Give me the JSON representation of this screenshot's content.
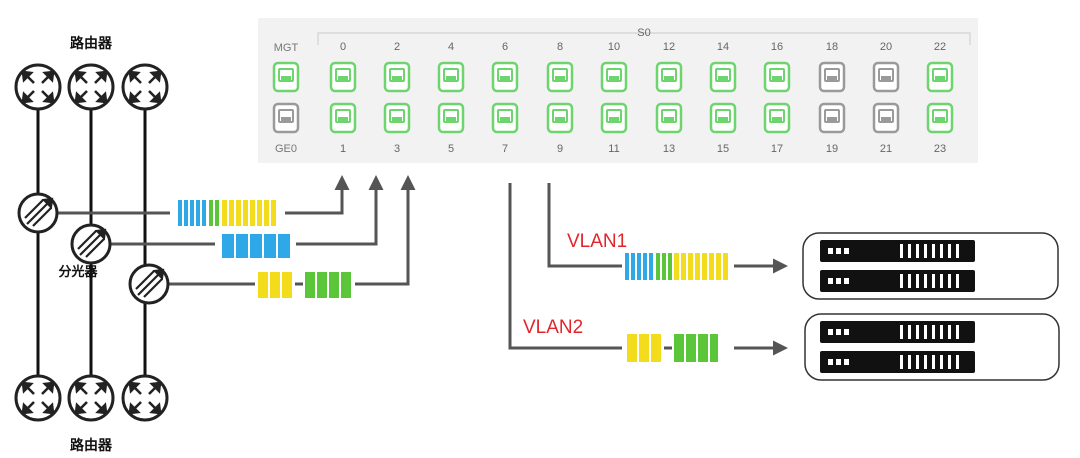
{
  "labels": {
    "router_top": "路由器",
    "router_bottom": "路由器",
    "splitter": "分光器",
    "vlan1": "VLAN1",
    "vlan2": "VLAN2"
  },
  "panel": {
    "group_label": "S0",
    "mgt_label": "MGT",
    "ge_label": "GE0",
    "top_ports": [
      "0",
      "2",
      "4",
      "6",
      "8",
      "10",
      "12",
      "14",
      "16",
      "18",
      "20",
      "22"
    ],
    "bottom_ports": [
      "1",
      "3",
      "5",
      "7",
      "9",
      "11",
      "13",
      "15",
      "17",
      "19",
      "21",
      "23"
    ],
    "top_active": [
      true,
      true,
      true,
      true,
      true,
      true,
      true,
      true,
      true,
      false,
      false,
      true
    ],
    "bottom_active": [
      true,
      true,
      true,
      true,
      true,
      true,
      true,
      true,
      true,
      false,
      false,
      true
    ],
    "mgt_active": true,
    "ge_active": false
  },
  "colors": {
    "active_port": "#6ed46e",
    "inactive_port": "#9a9a9a",
    "blue": "#2ea8e6",
    "yellow": "#f2dc1c",
    "green": "#5cc63b",
    "vlan_text": "#e0262b",
    "line": "#555555"
  }
}
